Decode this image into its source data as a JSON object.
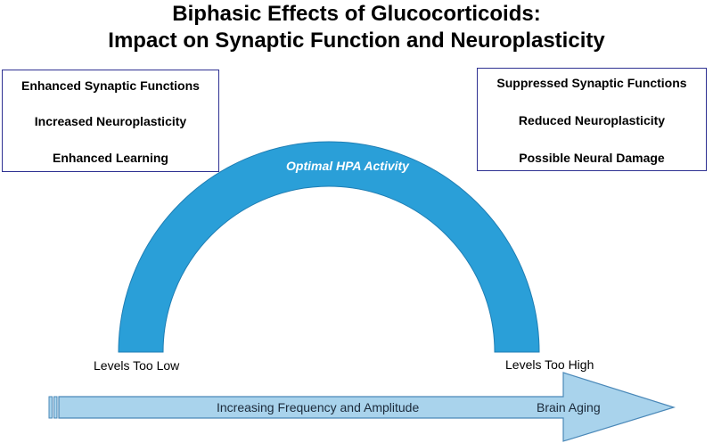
{
  "title": {
    "line1": "Biphasic Effects of Glucocorticoids:",
    "line2": "Impact on Synaptic Function and Neuroplasticity"
  },
  "left_box": {
    "items": [
      "Enhanced Synaptic Functions",
      "Increased Neuroplasticity",
      "Enhanced Learning"
    ]
  },
  "right_box": {
    "items": [
      "Suppressed Synaptic Functions",
      "Reduced Neuroplasticity",
      "Possible Neural Damage"
    ]
  },
  "arc": {
    "label": "Optimal HPA Activity",
    "color": "#2a9fd8"
  },
  "ends": {
    "low": "Levels Too Low",
    "high": "Levels Too High"
  },
  "arrow": {
    "main_label": "Increasing Frequency and Amplitude",
    "end_label": "Brain Aging",
    "fill": "#a9d3ec",
    "stroke": "#4a88b8"
  },
  "colors": {
    "box_border": "#2e3192"
  }
}
